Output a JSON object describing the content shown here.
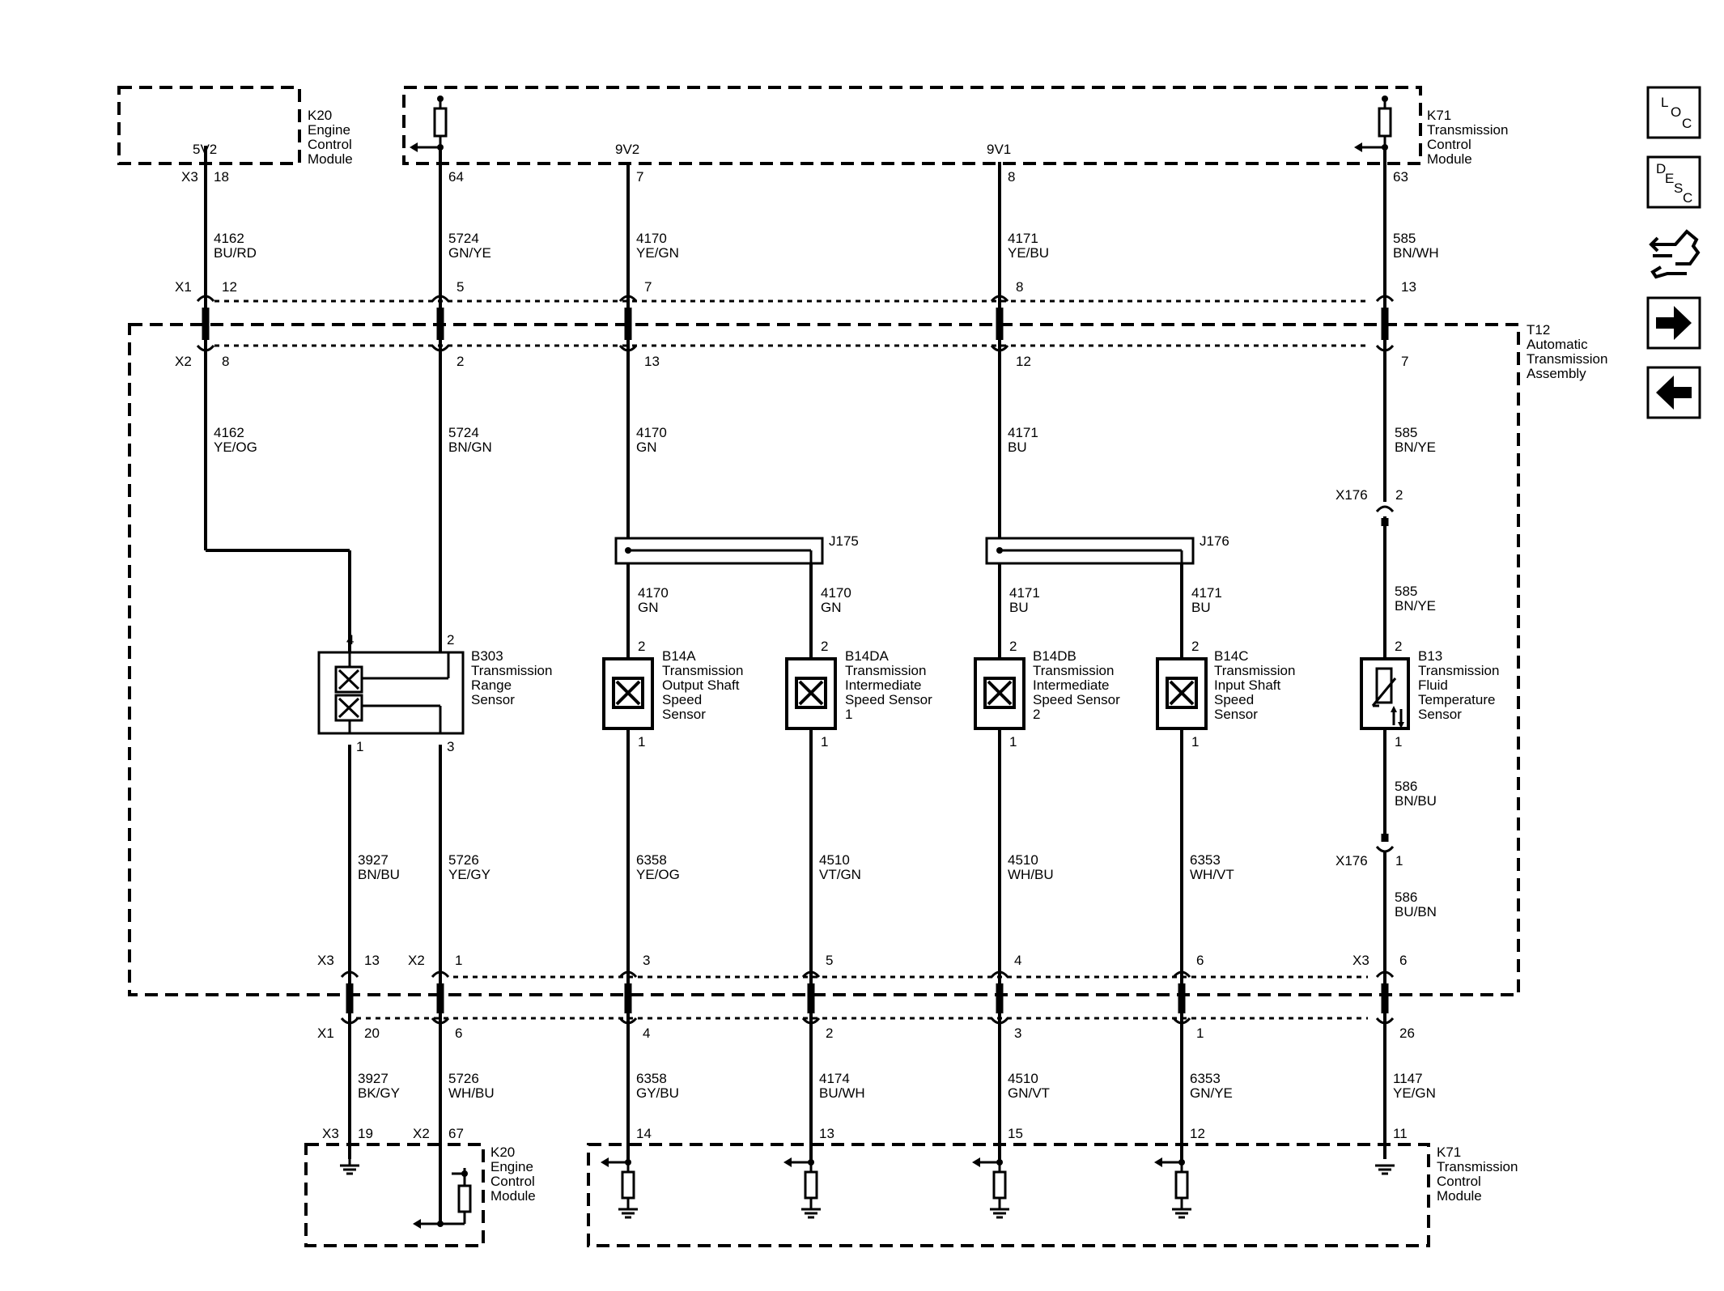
{
  "modules": {
    "k20_top": [
      "K20",
      "Engine",
      "Control",
      "Module"
    ],
    "k71_top": [
      "K71",
      "Transmission",
      "Control",
      "Module"
    ],
    "t12": [
      "T12",
      "Automatic",
      "Transmission",
      "Assembly"
    ],
    "k20_bottom": [
      "K20",
      "Engine",
      "Control",
      "Module"
    ],
    "k71_bottom": [
      "K71",
      "Transmission",
      "Control",
      "Module"
    ]
  },
  "circuits": [
    {
      "id": "c1",
      "circuit_top": "5V2",
      "module_conn": "X3",
      "module_pin": "18",
      "wire_top": [
        "4162",
        "BU/RD"
      ],
      "x1_label": "X1",
      "x1_pin": "12",
      "x2_label": "X2",
      "x2_pin": "8",
      "wire_t12": [
        "4162",
        "YE/OG"
      ]
    },
    {
      "id": "c2",
      "circuit_top": "",
      "module_conn": "",
      "module_pin": "64",
      "wire_top": [
        "5724",
        "GN/YE"
      ],
      "x1_label": "",
      "x1_pin": "5",
      "x2_label": "",
      "x2_pin": "2",
      "wire_t12": [
        "5724",
        "BN/GN"
      ]
    },
    {
      "id": "c3",
      "circuit_top": "9V2",
      "module_conn": "",
      "module_pin": "7",
      "wire_top": [
        "4170",
        "YE/GN"
      ],
      "x1_label": "",
      "x1_pin": "7",
      "x2_label": "",
      "x2_pin": "13",
      "wire_t12": [
        "4170",
        "GN"
      ]
    },
    {
      "id": "c4",
      "circuit_top": "9V1",
      "module_conn": "",
      "module_pin": "8",
      "wire_top": [
        "4171",
        "YE/BU"
      ],
      "x1_label": "",
      "x1_pin": "8",
      "x2_label": "",
      "x2_pin": "12",
      "wire_t12": [
        "4171",
        "BU"
      ]
    },
    {
      "id": "c5",
      "circuit_top": "",
      "module_conn": "",
      "module_pin": "63",
      "wire_top": [
        "585",
        "BN/WH"
      ],
      "x1_label": "",
      "x1_pin": "13",
      "x2_label": "",
      "x2_pin": "7",
      "wire_t12": [
        "585",
        "BN/YE"
      ]
    }
  ],
  "splices": [
    {
      "id": "J175",
      "wire_left": [
        "4170",
        "GN"
      ],
      "wire_right": [
        "4170",
        "GN"
      ]
    },
    {
      "id": "J176",
      "wire_left": [
        "4171",
        "BU"
      ],
      "wire_right": [
        "4171",
        "BU"
      ]
    }
  ],
  "x176": {
    "label": "X176",
    "pin_top": "2",
    "pin_bottom": "1",
    "wire_mid": [
      "585",
      "BN/YE"
    ],
    "wire_lower": [
      "586",
      "BN/BU"
    ],
    "wire_after": [
      "586",
      "BU/BN"
    ]
  },
  "sensors": [
    {
      "id": "B303",
      "lines": [
        "B303",
        "Transmission",
        "Range",
        "Sensor"
      ],
      "pins": [
        "4",
        "2",
        "1",
        "3"
      ]
    },
    {
      "id": "B14A",
      "lines": [
        "B14A",
        "Transmission",
        "Output Shaft",
        "Speed",
        "Sensor"
      ],
      "pins": [
        "2",
        "1"
      ]
    },
    {
      "id": "B14DA",
      "lines": [
        "B14DA",
        "Transmission",
        "Intermediate",
        "Speed Sensor",
        "1"
      ],
      "pins": [
        "2",
        "1"
      ]
    },
    {
      "id": "B14DB",
      "lines": [
        "B14DB",
        "Transmission",
        "Intermediate",
        "Speed Sensor",
        "2"
      ],
      "pins": [
        "2",
        "1"
      ]
    },
    {
      "id": "B14C",
      "lines": [
        "B14C",
        "Transmission",
        "Input Shaft",
        "Speed",
        "Sensor"
      ],
      "pins": [
        "2",
        "1"
      ]
    },
    {
      "id": "B13",
      "lines": [
        "B13",
        "Transmission",
        "Fluid",
        "Temperature",
        "Sensor"
      ],
      "pins": [
        "2",
        "1"
      ]
    }
  ],
  "lower_columns": [
    {
      "x3_label": "X3",
      "x3_pin": "13",
      "x1_label": "X1",
      "x1_pin": "20",
      "module_conn": "X3",
      "module_pin": "19",
      "wire_mid": [
        "3927",
        "BN/BU"
      ],
      "wire_low": [
        "3927",
        "BK/GY"
      ]
    },
    {
      "x3_label": "X2",
      "x3_pin": "1",
      "x1_label": "",
      "x1_pin": "6",
      "module_conn": "X2",
      "module_pin": "67",
      "wire_mid": [
        "5726",
        "YE/GY"
      ],
      "wire_low": [
        "5726",
        "WH/BU"
      ]
    },
    {
      "x3_label": "",
      "x3_pin": "3",
      "x1_label": "",
      "x1_pin": "4",
      "module_conn": "",
      "module_pin": "14",
      "wire_mid": [
        "6358",
        "YE/OG"
      ],
      "wire_low": [
        "6358",
        "GY/BU"
      ]
    },
    {
      "x3_label": "",
      "x3_pin": "5",
      "x1_label": "",
      "x1_pin": "2",
      "module_conn": "",
      "module_pin": "13",
      "wire_mid": [
        "4510",
        "VT/GN"
      ],
      "wire_low": [
        "4174",
        "BU/WH"
      ]
    },
    {
      "x3_label": "",
      "x3_pin": "4",
      "x1_label": "",
      "x1_pin": "3",
      "module_conn": "",
      "module_pin": "15",
      "wire_mid": [
        "4510",
        "WH/BU"
      ],
      "wire_low": [
        "4510",
        "GN/VT"
      ]
    },
    {
      "x3_label": "",
      "x3_pin": "6",
      "x1_label": "",
      "x1_pin": "1",
      "module_conn": "",
      "module_pin": "12",
      "wire_mid": [
        "6353",
        "WH/VT"
      ],
      "wire_low": [
        "6353",
        "GN/YE"
      ]
    },
    {
      "x3_label": "X3",
      "x3_pin": "6",
      "x1_label": "",
      "x1_pin": "26",
      "module_conn": "",
      "module_pin": "11",
      "wire_mid": [],
      "wire_low": [
        "1147",
        "YE/GN"
      ]
    }
  ],
  "nav": {
    "loc": [
      "L",
      "O",
      "C"
    ],
    "desc": [
      "D",
      "E",
      "S",
      "C"
    ]
  }
}
